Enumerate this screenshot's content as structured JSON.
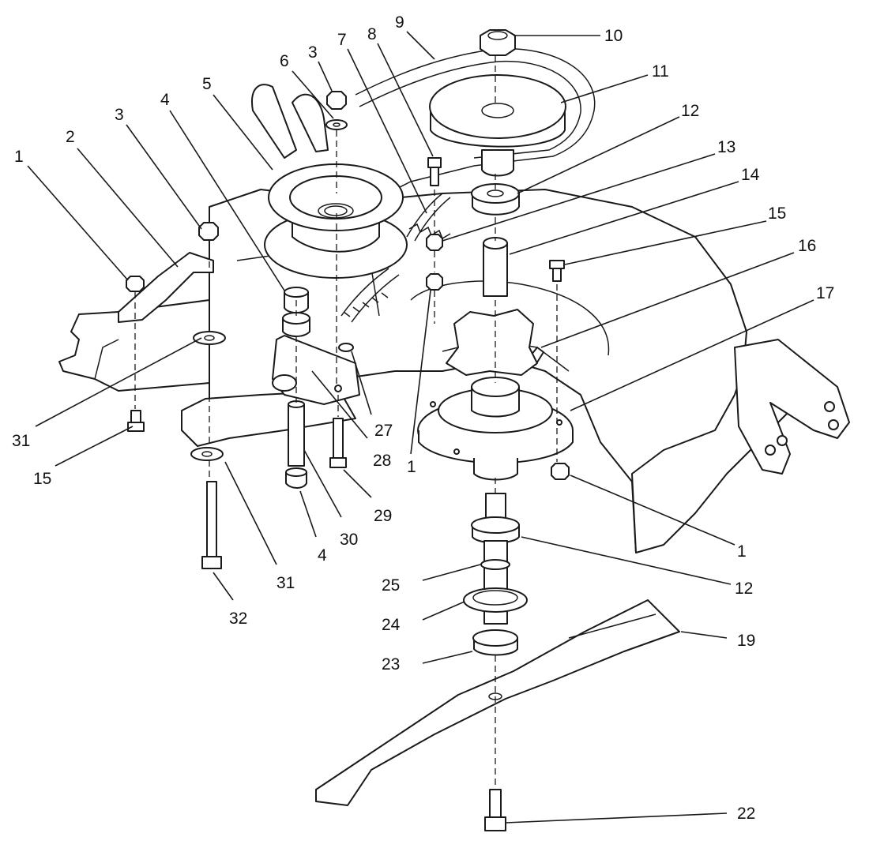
{
  "diagram": {
    "type": "exploded-parts-view",
    "callouts": [
      {
        "id": "c-1-a",
        "text": "1"
      },
      {
        "id": "c-2",
        "text": "2"
      },
      {
        "id": "c-3-a",
        "text": "3"
      },
      {
        "id": "c-4-a",
        "text": "4"
      },
      {
        "id": "c-5",
        "text": "5"
      },
      {
        "id": "c-6",
        "text": "6"
      },
      {
        "id": "c-3-b",
        "text": "3"
      },
      {
        "id": "c-7",
        "text": "7"
      },
      {
        "id": "c-8",
        "text": "8"
      },
      {
        "id": "c-9",
        "text": "9"
      },
      {
        "id": "c-10",
        "text": "10"
      },
      {
        "id": "c-11",
        "text": "11"
      },
      {
        "id": "c-12-a",
        "text": "12"
      },
      {
        "id": "c-13",
        "text": "13"
      },
      {
        "id": "c-14",
        "text": "14"
      },
      {
        "id": "c-15-a",
        "text": "15"
      },
      {
        "id": "c-16",
        "text": "16"
      },
      {
        "id": "c-17",
        "text": "17"
      },
      {
        "id": "c-31-a",
        "text": "31"
      },
      {
        "id": "c-15-b",
        "text": "15"
      },
      {
        "id": "c-27",
        "text": "27"
      },
      {
        "id": "c-28",
        "text": "28"
      },
      {
        "id": "c-1-b",
        "text": "1"
      },
      {
        "id": "c-29",
        "text": "29"
      },
      {
        "id": "c-30",
        "text": "30"
      },
      {
        "id": "c-4-b",
        "text": "4"
      },
      {
        "id": "c-31-b",
        "text": "31"
      },
      {
        "id": "c-32",
        "text": "32"
      },
      {
        "id": "c-1-c",
        "text": "1"
      },
      {
        "id": "c-12-b",
        "text": "12"
      },
      {
        "id": "c-25",
        "text": "25"
      },
      {
        "id": "c-24",
        "text": "24"
      },
      {
        "id": "c-23",
        "text": "23"
      },
      {
        "id": "c-19",
        "text": "19"
      },
      {
        "id": "c-22",
        "text": "22"
      }
    ]
  }
}
